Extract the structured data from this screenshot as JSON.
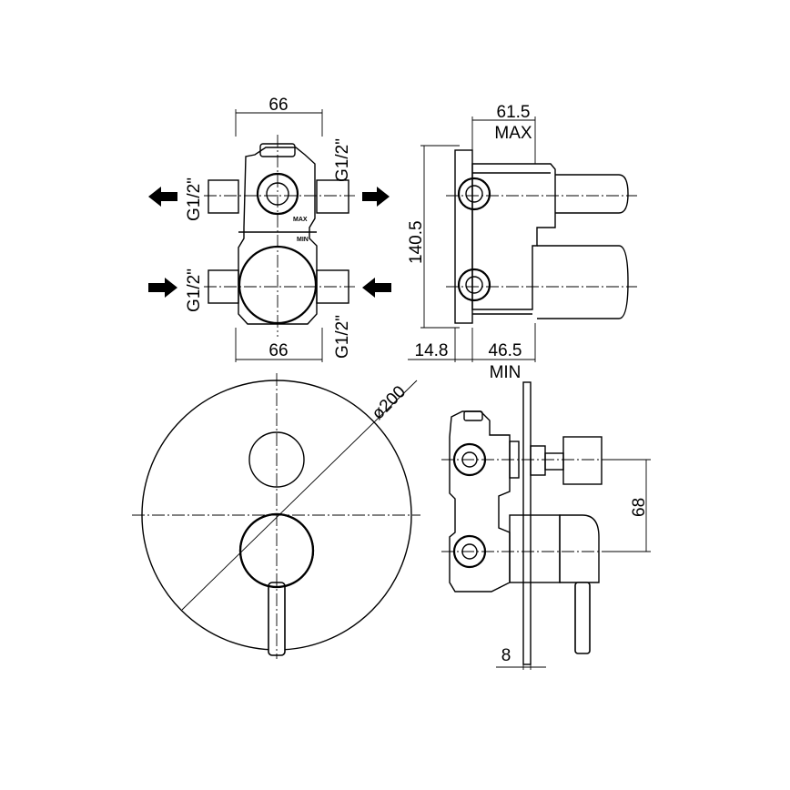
{
  "dimensions": {
    "top_width": "66",
    "bottom_width": "66",
    "thread_top_right": "G1/2\"",
    "thread_left_upper": "G1/2\"",
    "thread_left_lower": "G1/2\"",
    "thread_bottom_right": "G1/2\"",
    "body_marking_max": "MAX",
    "body_marking_min": "MIN",
    "depth_max_value": "61.5",
    "depth_max_label": "MAX",
    "height": "140.5",
    "offset": "14.8",
    "depth_min_value": "46.5",
    "depth_min_label": "MIN",
    "plate_diameter": "ø200",
    "spout_spacing": "68",
    "plate_thickness": "8"
  },
  "colors": {
    "line": "#000000",
    "background": "#ffffff"
  }
}
